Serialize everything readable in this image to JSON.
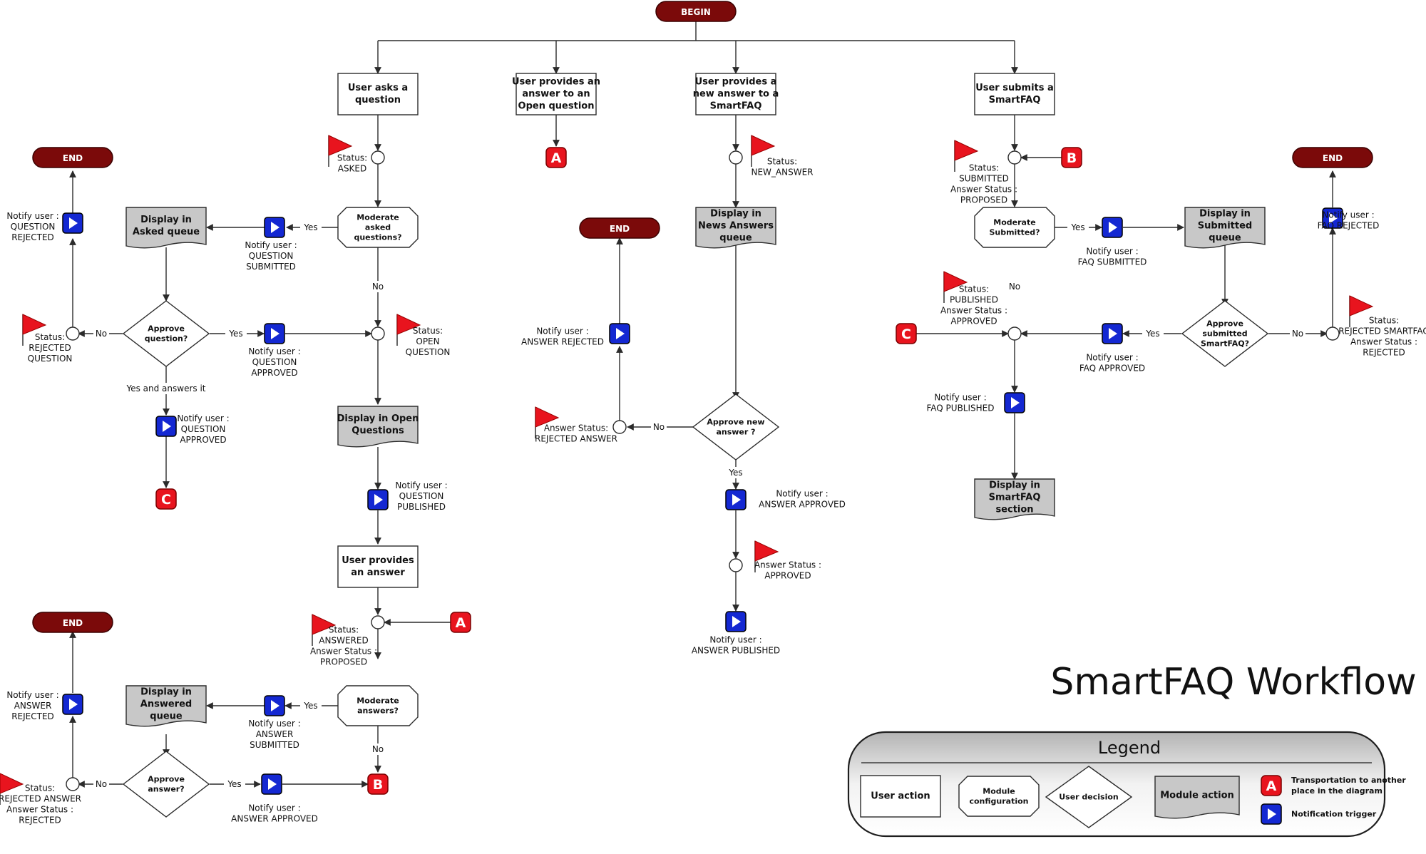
{
  "title": "SmartFAQ Workflow",
  "legend": {
    "title": "Legend",
    "items": {
      "user_action": "User action",
      "module_configuration": [
        "Module",
        "configuration"
      ],
      "user_decision": "User decision",
      "module_action": "Module action",
      "transportation": [
        "Transportation to another",
        "place in the diagram"
      ],
      "notification": "Notification trigger"
    }
  },
  "colors": {
    "terminal_fill": "#7b0a0a",
    "connector_fill": "#e8141e",
    "notify_fill": "#1428d2",
    "module_action_fill": "#c8c8c8",
    "flag_fill": "#e8141e",
    "line": "#2b2b2b"
  },
  "labels": {
    "begin": "BEGIN",
    "end": "END",
    "yes": "Yes",
    "no": "No",
    "yes_and_answers_it": "Yes and answers it"
  },
  "terminals": [
    {
      "id": "begin",
      "label": "BEGIN"
    },
    {
      "id": "end-left-top",
      "label": "END"
    },
    {
      "id": "end-middle",
      "label": "END"
    },
    {
      "id": "end-right",
      "label": "END"
    },
    {
      "id": "end-left-bottom",
      "label": "END"
    }
  ],
  "user_actions": [
    {
      "id": "user-asks",
      "lines": [
        "User asks a",
        "question"
      ]
    },
    {
      "id": "user-answers-open",
      "lines": [
        "User provides an",
        "answer to an",
        "Open question"
      ]
    },
    {
      "id": "user-new-answer",
      "lines": [
        "User provides a",
        "new answer to a",
        "SmartFAQ"
      ]
    },
    {
      "id": "user-submits",
      "lines": [
        "User submits a",
        "SmartFAQ"
      ]
    },
    {
      "id": "user-provides-answer",
      "lines": [
        "User provides",
        "an answer"
      ]
    }
  ],
  "module_configs": [
    {
      "id": "moderate-asked",
      "lines": [
        "Moderate",
        "asked",
        "questions?"
      ]
    },
    {
      "id": "moderate-submitted",
      "lines": [
        "Moderate",
        "Submitted?"
      ]
    },
    {
      "id": "moderate-answers",
      "lines": [
        "Moderate",
        "answers?"
      ]
    }
  ],
  "decisions": [
    {
      "id": "approve-question",
      "lines": [
        "Approve",
        "question?"
      ]
    },
    {
      "id": "approve-new-answer",
      "lines": [
        "Approve new",
        "answer ?"
      ]
    },
    {
      "id": "approve-submitted",
      "lines": [
        "Approve",
        "submitted",
        "SmartFAQ?"
      ]
    },
    {
      "id": "approve-answer",
      "lines": [
        "Approve",
        "answer?"
      ]
    }
  ],
  "module_actions": [
    {
      "id": "display-asked",
      "lines": [
        "Display in",
        "Asked queue"
      ]
    },
    {
      "id": "display-news",
      "lines": [
        "Display in",
        "News Answers",
        "queue"
      ]
    },
    {
      "id": "display-submitted",
      "lines": [
        "Display in",
        "Submitted",
        "queue"
      ]
    },
    {
      "id": "display-open",
      "lines": [
        "Display in Open",
        "Questions"
      ]
    },
    {
      "id": "display-faq",
      "lines": [
        "Display in",
        "SmartFAQ",
        "section"
      ]
    },
    {
      "id": "display-answered",
      "lines": [
        "Display in",
        "Answered",
        "queue"
      ]
    }
  ],
  "connectors": [
    {
      "id": "a-top",
      "label": "A"
    },
    {
      "id": "b-right",
      "label": "B"
    },
    {
      "id": "c-right",
      "label": "C"
    },
    {
      "id": "c-left",
      "label": "C"
    },
    {
      "id": "a-bottom",
      "label": "A"
    },
    {
      "id": "b-bottom",
      "label": "B"
    }
  ],
  "statuses": [
    {
      "id": "status-asked",
      "lines": [
        "Status:",
        "ASKED"
      ]
    },
    {
      "id": "status-new-answer",
      "lines": [
        "Status:",
        "NEW_ANSWER"
      ]
    },
    {
      "id": "status-submitted",
      "lines": [
        "Status:",
        "SUBMITTED",
        "Answer Status :",
        "PROPOSED"
      ]
    },
    {
      "id": "status-rejected-question",
      "lines": [
        "Status:",
        "REJECTED",
        "QUESTION"
      ]
    },
    {
      "id": "status-open-question",
      "lines": [
        "Status:",
        "OPEN",
        "QUESTION"
      ]
    },
    {
      "id": "status-published",
      "lines": [
        "Status:",
        "PUBLISHED",
        "Answer Status :",
        "APPROVED"
      ]
    },
    {
      "id": "status-rejected-smartfaq",
      "lines": [
        "Status:",
        "REJECTED SMARTFAQ",
        "Answer Status :",
        "REJECTED"
      ]
    },
    {
      "id": "status-rejected-answer-mid",
      "lines": [
        "Answer Status:",
        "REJECTED ANSWER"
      ]
    },
    {
      "id": "status-approved",
      "lines": [
        "Answer Status :",
        "APPROVED"
      ]
    },
    {
      "id": "status-answered",
      "lines": [
        "Status:",
        "ANSWERED",
        "Answer Status :",
        "PROPOSED"
      ]
    },
    {
      "id": "status-rejected-answer-bottom",
      "lines": [
        "Status:",
        "REJECTED ANSWER",
        "Answer Status :",
        "REJECTED"
      ]
    }
  ],
  "notifications": [
    {
      "id": "notify-question-rejected",
      "lines": [
        "Notify user :",
        "QUESTION",
        "REJECTED"
      ]
    },
    {
      "id": "notify-question-submitted",
      "lines": [
        "Notify user :",
        "QUESTION",
        "SUBMITTED"
      ]
    },
    {
      "id": "notify-question-approved",
      "lines": [
        "Notify user :",
        "QUESTION",
        "APPROVED"
      ]
    },
    {
      "id": "notify-question-approved-2",
      "lines": [
        "Notify user :",
        "QUESTION",
        "APPROVED"
      ]
    },
    {
      "id": "notify-question-published",
      "lines": [
        "Notify user :",
        "QUESTION",
        "PUBLISHED"
      ]
    },
    {
      "id": "notify-answer-rejected-mid",
      "lines": [
        "Notify user :",
        "ANSWER REJECTED"
      ]
    },
    {
      "id": "notify-answer-approved-mid",
      "lines": [
        "Notify user :",
        "ANSWER APPROVED"
      ]
    },
    {
      "id": "notify-answer-published",
      "lines": [
        "Notify user :",
        "ANSWER PUBLISHED"
      ]
    },
    {
      "id": "notify-faq-submitted",
      "lines": [
        "Notify user :",
        "FAQ SUBMITTED"
      ]
    },
    {
      "id": "notify-faq-approved",
      "lines": [
        "Notify user :",
        "FAQ APPROVED"
      ]
    },
    {
      "id": "notify-faq-published",
      "lines": [
        "Notify user :",
        "FAQ PUBLISHED"
      ]
    },
    {
      "id": "notify-faq-rejected",
      "lines": [
        "Notify user :",
        "FAQ REJECTED"
      ]
    },
    {
      "id": "notify-answer-rejected-bottom",
      "lines": [
        "Notify user :",
        "ANSWER",
        "REJECTED"
      ]
    },
    {
      "id": "notify-answer-submitted",
      "lines": [
        "Notify user :",
        "ANSWER",
        "SUBMITTED"
      ]
    },
    {
      "id": "notify-answer-approved-bottom",
      "lines": [
        "Notify user :",
        "ANSWER APPROVED"
      ]
    }
  ]
}
